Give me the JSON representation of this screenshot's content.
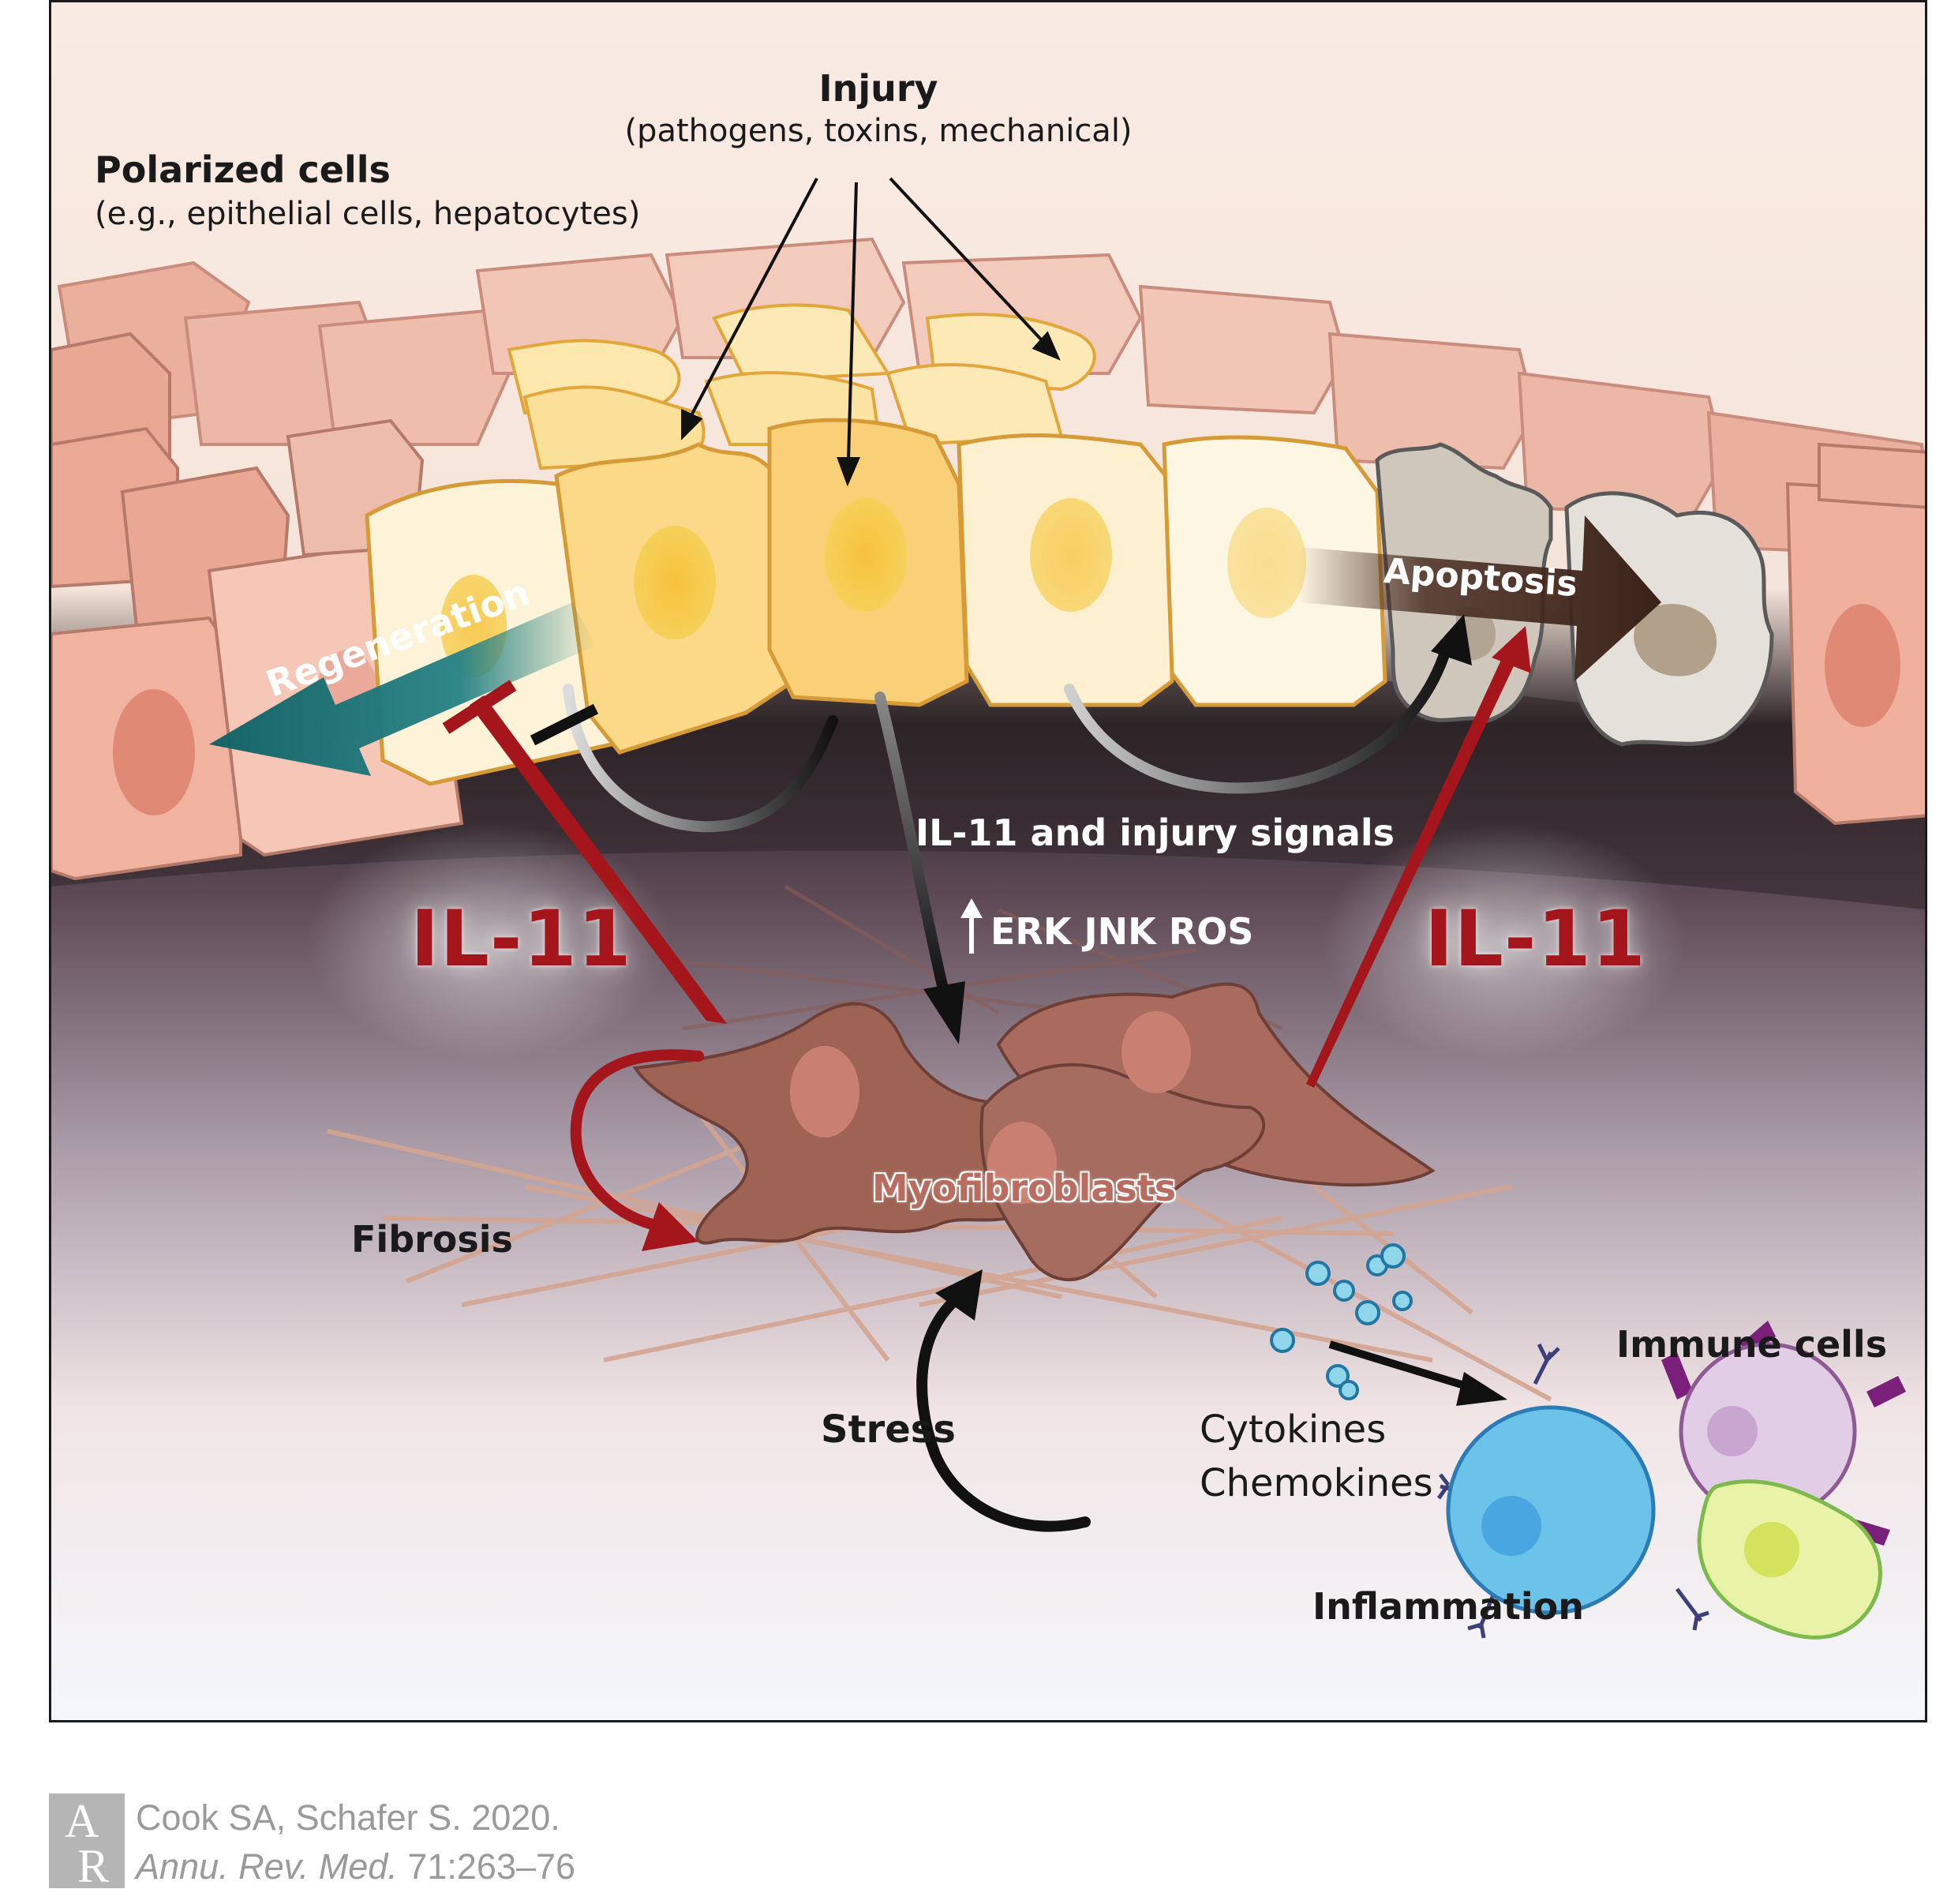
{
  "labels": {
    "injury_title": "Injury",
    "injury_sub": "(pathogens, toxins, mechanical)",
    "polarized_title": "Polarized cells",
    "polarized_sub": "(e.g., epithelial cells, hepatocytes)",
    "regeneration": "Regeneration",
    "apoptosis": "Apoptosis",
    "il11_signals": "IL-11 and injury signals",
    "erk_jnk_ros": "ERK JNK ROS",
    "il11_left": "IL-11",
    "il11_right": "IL-11",
    "myofibroblasts": "Myofibroblasts",
    "fibrosis": "Fibrosis",
    "stress": "Stress",
    "cytokines": "Cytokines",
    "chemokines": "Chemokines",
    "immune_cells": "Immune cells",
    "inflammation": "Inflammation"
  },
  "citation": {
    "logo_letters": "AR",
    "line1": "Cook SA, Schafer S. 2020.",
    "journal": "Annu. Rev. Med.",
    "pages": " 71:263–76"
  },
  "colors": {
    "il11_red": "#a5151c",
    "regeneration_teal": "#14686c",
    "apoptosis_brown": "#4a2d22",
    "myofibroblast": "#a0675a",
    "healthy_cell": "#f0b5a3",
    "injured_cell": "#fbd88a"
  }
}
